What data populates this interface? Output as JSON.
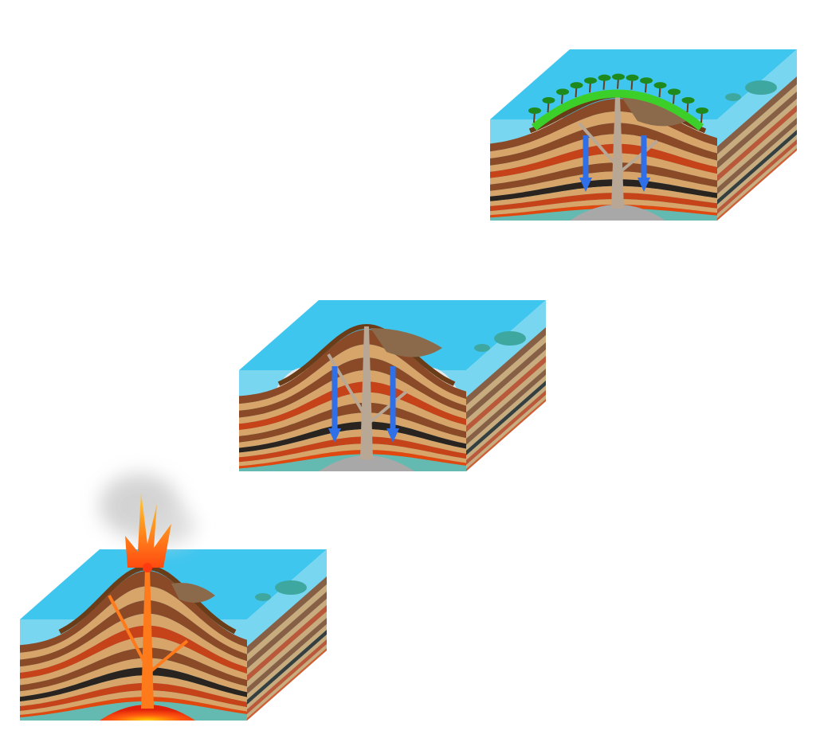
{
  "diagram": {
    "stages": [
      {
        "id": "erupting-volcano",
        "magma": "molten",
        "features": [
          "eruption-plume",
          "smoke",
          "lava-conduit"
        ]
      },
      {
        "id": "subsiding-volcano",
        "magma": "cooled",
        "features": [
          "subsidence-arrows",
          "fringing-reef"
        ]
      },
      {
        "id": "atoll-forming",
        "magma": "cooled",
        "features": [
          "subsidence-arrows",
          "coral-reef-ring",
          "palm-trees"
        ]
      }
    ],
    "colors": {
      "water_top": "#3fc6ef",
      "water_front": "#79d6f0",
      "seafloor": "#5fb3a0",
      "layer_tan": "#d7a46a",
      "layer_brown": "#8a4a27",
      "layer_red": "#c6431a",
      "layer_dark": "#2a2420",
      "bedrock": "#e0480f",
      "magma_hot": "#ff3a10",
      "magma_cool": "#a8a8a8",
      "lava": "#ff7a1a",
      "arrow": "#2f6fe8",
      "reef": "#3ccf2a",
      "sand": "#e9e9e9"
    }
  }
}
